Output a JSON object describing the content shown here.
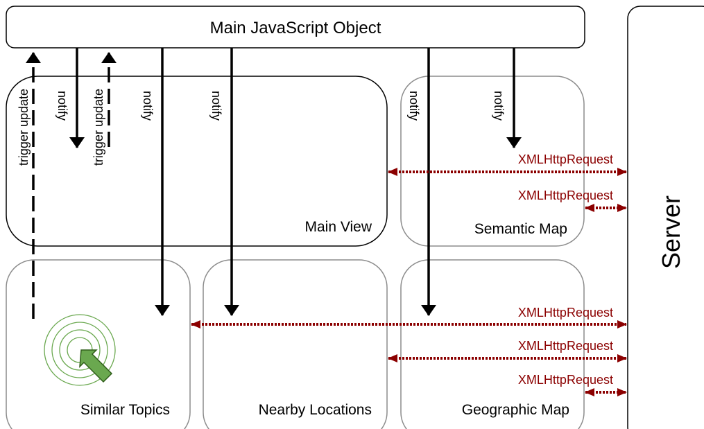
{
  "main_object": {
    "label": "Main JavaScript Object"
  },
  "server": {
    "label": "Server"
  },
  "panels": {
    "main_view": {
      "label": "Main View"
    },
    "semantic_map": {
      "label": "Semantic Map"
    },
    "similar_topics": {
      "label": "Similar Topics"
    },
    "nearby_locations": {
      "label": "Nearby Locations"
    },
    "geographic_map": {
      "label": "Geographic Map"
    }
  },
  "arrow_labels": {
    "trigger_update": "trigger update",
    "notify": "notify",
    "xhr": "XMLHttpRequest"
  },
  "icons": {
    "similar_topics_cursor": "target-cursor-icon"
  },
  "colors": {
    "xhr": "#8b0000",
    "icon_ring": "#6aa84f",
    "icon_arrow": "#6aa84f",
    "panel_border_light": "#8c8c8c",
    "panel_border_dark": "#000000"
  }
}
